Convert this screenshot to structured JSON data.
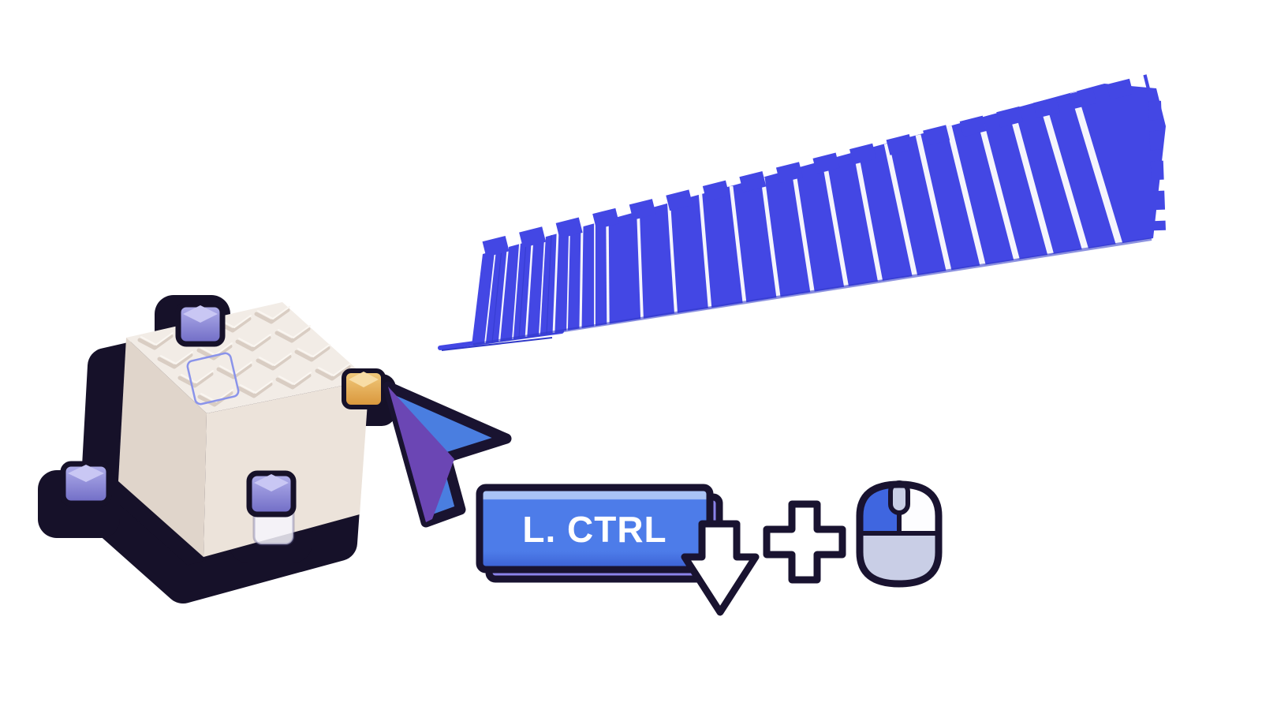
{
  "tutorial": {
    "shortcut": {
      "key_label": "L. CTRL",
      "operator": "+"
    },
    "icons": {
      "cursor": "cursor-pointer-icon",
      "key_press": "down-arrow-press-icon",
      "operator": "plus-icon",
      "mouse": "mouse-left-click-icon",
      "object": "cube-3d-asset",
      "trail": "blue-extrusion-trail"
    },
    "colors": {
      "outline": "#191330",
      "ribbon": "#4347e4",
      "ribbon_dark": "#3038c8",
      "key_face": "#4d7ce9",
      "key_face_light": "#a9c3f6",
      "key_face_dark": "#3a5ed2",
      "key_back": "#8b83ea",
      "cursor_blue": "#4a7ee0",
      "cursor_purple": "#6b46b4",
      "handle_purple_light": "#b3b1ec",
      "handle_purple_dark": "#6f6bc5",
      "handle_orange_light": "#f2cc80",
      "handle_orange_dark": "#d89438",
      "mouse_button": "#3f66e0",
      "mouse_body": "#fdfdff",
      "mouse_lower": "#c9cee6",
      "cube_shadow": "#161129",
      "cube_top": "#f2ece6",
      "cube_front_right": "#ece3da",
      "cube_front_left": "#e0d5cb",
      "chevron": "#d9cdc3",
      "selection_outline": "#8a93ea"
    }
  }
}
